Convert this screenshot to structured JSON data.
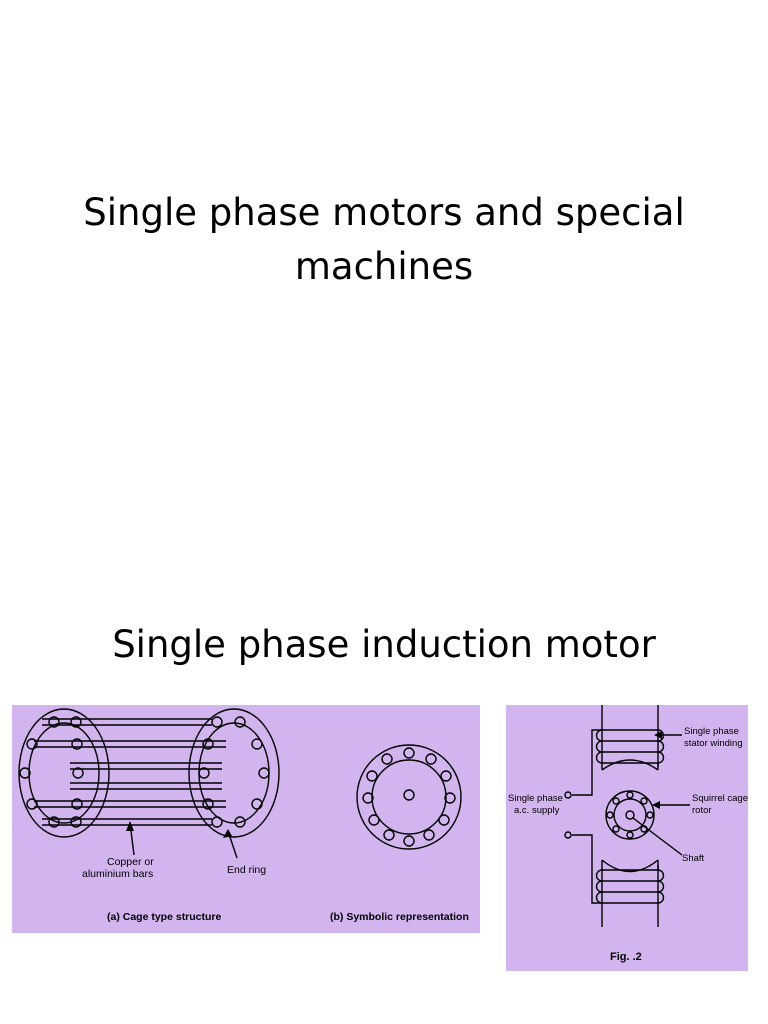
{
  "slide": {
    "title_line1": "Single phase motors and special",
    "title_line2": "machines",
    "subtitle": "Single phase induction motor"
  },
  "figure_left": {
    "label_bars_line1": "Copper or",
    "label_bars_line2": "aluminium bars",
    "label_end_ring": "End ring",
    "caption_a": "(a) Cage type structure",
    "caption_b": "(b) Symbolic representation",
    "background": "#d2b4ee"
  },
  "figure_right": {
    "label_stator_line1": "Single phase",
    "label_stator_line2": "stator winding",
    "label_supply_line1": "Single phase",
    "label_supply_line2": "a.c. supply",
    "label_rotor_line1": "Squirrel cage",
    "label_rotor_line2": "rotor",
    "label_shaft": "Shaft",
    "caption": "Fig.  .2",
    "background": "#d2b4ee"
  }
}
